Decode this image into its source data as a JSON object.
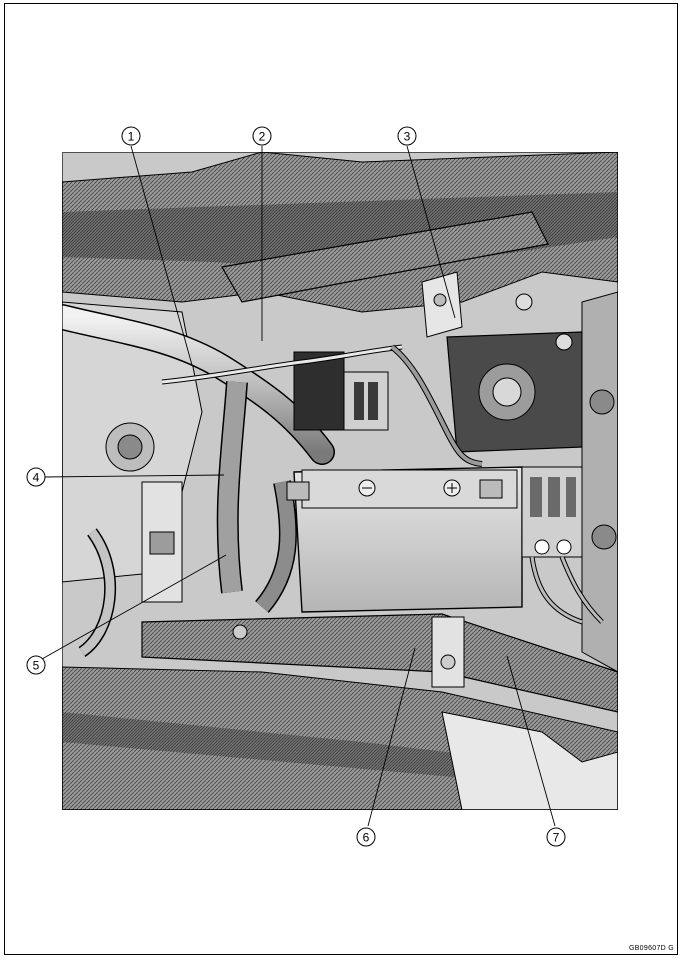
{
  "figure": {
    "callouts": [
      {
        "num": "1"
      },
      {
        "num": "2"
      },
      {
        "num": "3"
      },
      {
        "num": "4"
      },
      {
        "num": "5"
      },
      {
        "num": "6"
      },
      {
        "num": "7"
      }
    ],
    "code": "GB09607D   G"
  },
  "colors": {
    "ink": "#000000",
    "metal_light": "#d9d9d9",
    "metal_mid": "#a8a8a8",
    "metal_dark": "#5a5a5a",
    "shadow": "#2b2b2b"
  }
}
